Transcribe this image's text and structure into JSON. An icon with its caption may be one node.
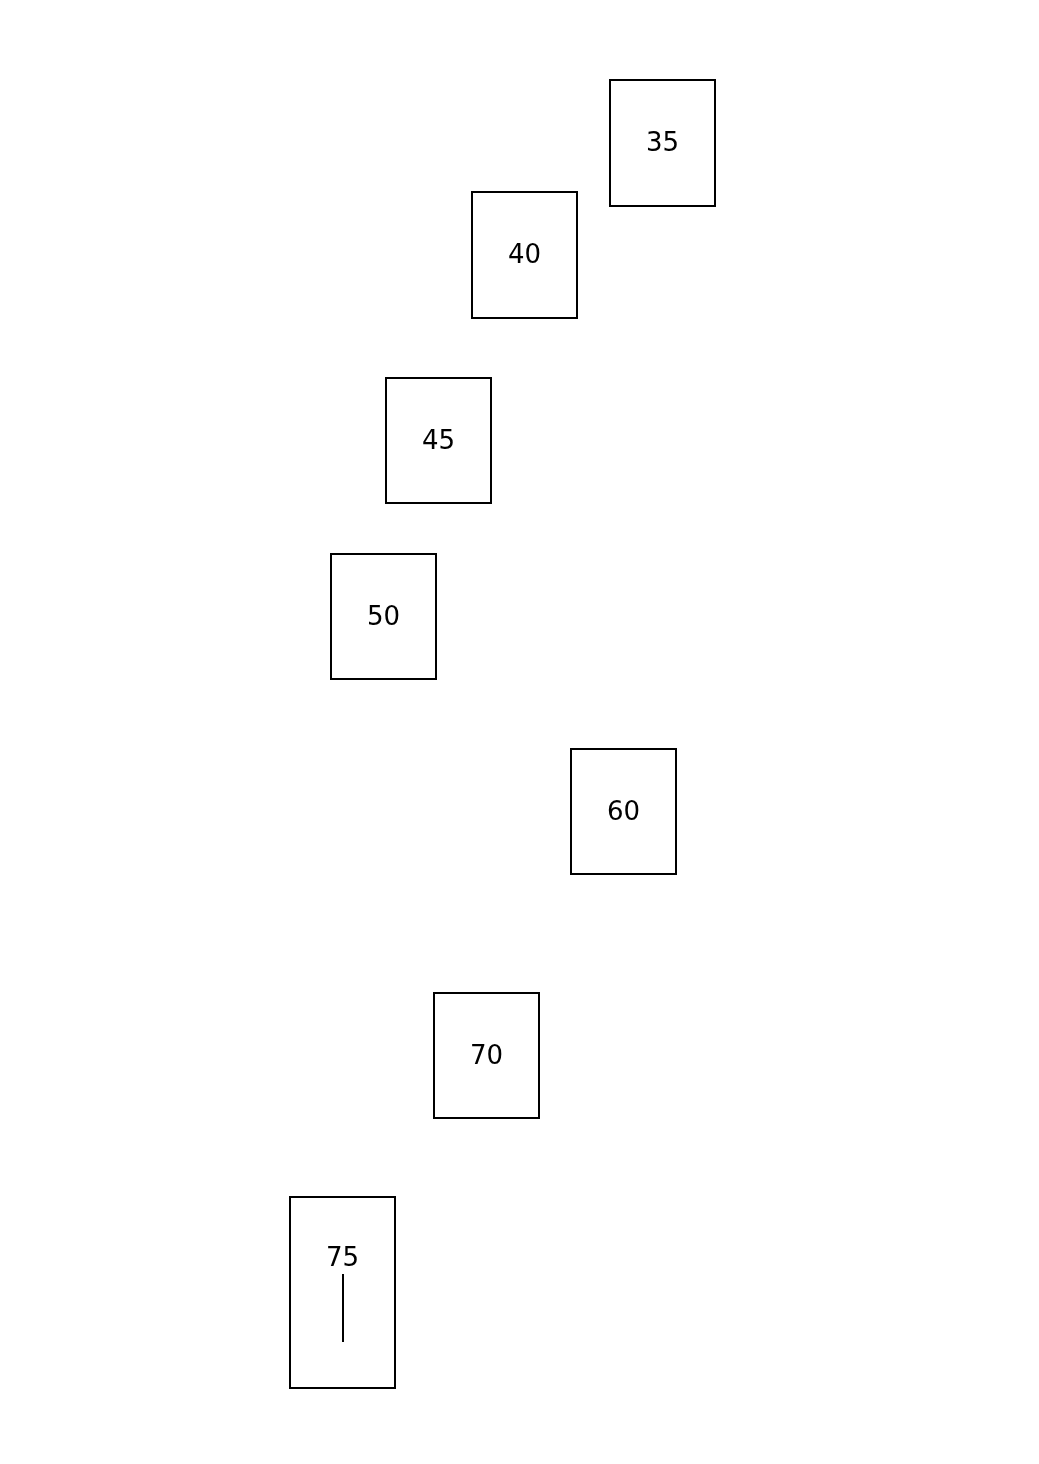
{
  "diagram": {
    "nodes": [
      {
        "text": [
          "35"
        ]
      },
      {
        "text": [
          "40"
        ]
      },
      {
        "text": [
          "45"
        ]
      },
      {
        "text": [
          "50"
        ]
      },
      {
        "text": [
          "60"
        ]
      },
      {
        "text": [
          "70"
        ]
      },
      {
        "text": [
          "75"
        ]
      }
    ]
  }
}
